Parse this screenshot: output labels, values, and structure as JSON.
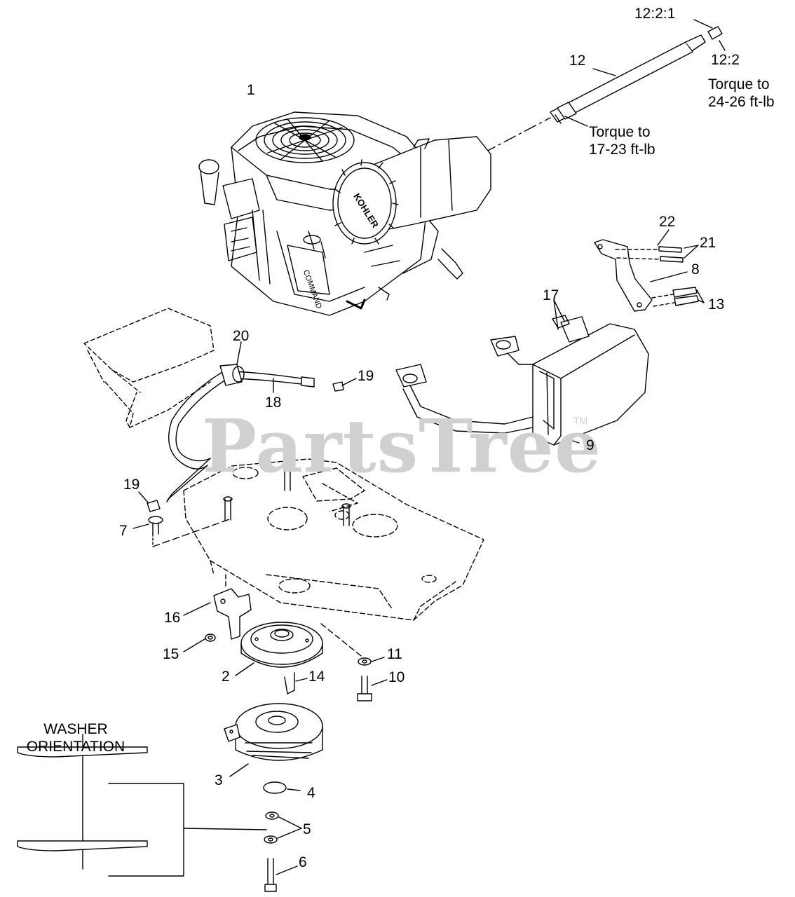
{
  "watermark": {
    "text": "PartsTree",
    "mark": "TM"
  },
  "callouts": {
    "c12_2_1": "12:2:1",
    "c12_2": "12:2",
    "c12": "12",
    "c1": "1",
    "c22": "22",
    "c21": "21",
    "c8": "8",
    "c17": "17",
    "c13": "13",
    "c20": "20",
    "c19a": "19",
    "c18": "18",
    "c9": "9",
    "c19b": "19",
    "c7": "7",
    "c16": "16",
    "c15": "15",
    "c11": "11",
    "c2": "2",
    "c14": "14",
    "c10": "10",
    "c3": "3",
    "c4": "4",
    "c5": "5",
    "c6": "6"
  },
  "notes": {
    "torque_upper": {
      "line1": "Torque to",
      "line2": "24-26 ft-lb"
    },
    "torque_lower": {
      "line1": "Torque to",
      "line2": "17-23 ft-lb"
    },
    "washer": {
      "line1": "WASHER",
      "line2": "ORIENTATION"
    }
  },
  "parts": {
    "engine": {
      "brand_text": "KOHLER"
    },
    "engine_side": {
      "text": "COMMAND"
    }
  },
  "colors": {
    "line": "#000000",
    "watermark": "#d0d0d0",
    "background": "#ffffff"
  }
}
